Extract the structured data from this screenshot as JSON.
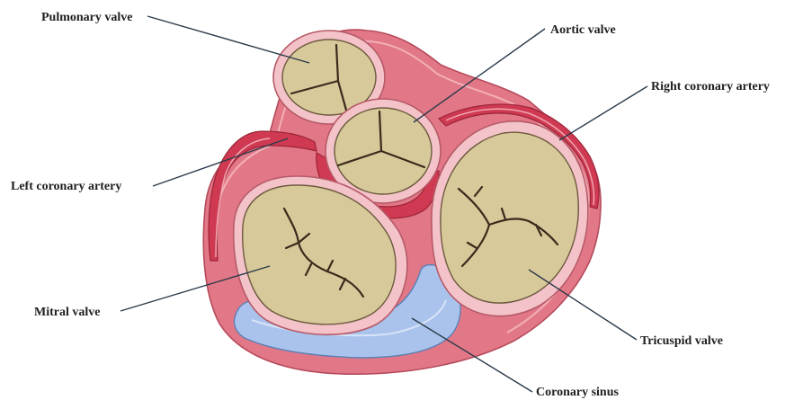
{
  "labels": {
    "pulmonary": "Pulmonary valve",
    "aortic": "Aortic valve",
    "right_coronary": "Right coronary artery",
    "left_coronary": "Left coronary artery",
    "mitral": "Mitral valve",
    "tricuspid": "Tricuspid valve",
    "coronary_sinus": "Coronary sinus"
  }
}
